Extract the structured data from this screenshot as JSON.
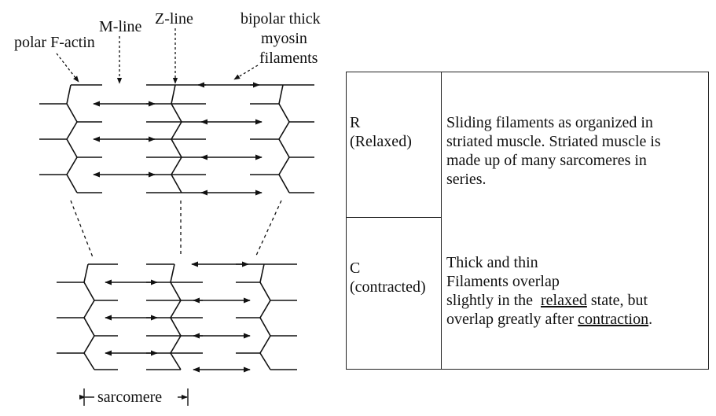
{
  "labels": {
    "polar_f_actin": "polar F-actin",
    "m_line": "M-line",
    "z_line": "Z-line",
    "myosin_line1": "bipolar thick",
    "myosin_line2": "myosin",
    "myosin_line3": "filaments",
    "sarcomere": "sarcomere"
  },
  "table": {
    "relaxed": {
      "code": "R",
      "name": "(Relaxed)",
      "desc_lines": [
        "Sliding filaments as organized in",
        "striated muscle. Striated muscle is",
        "made up of many sarcomeres in",
        "series."
      ]
    },
    "contracted": {
      "code": "C",
      "name": "(contracted)",
      "line1": "Thick and thin",
      "line2": "Filaments overlap",
      "line3_pre": "slightly in the  ",
      "line3_u": "relaxed",
      "line3_post": " state, but",
      "line4_pre": "overlap greatly after ",
      "line4_u": "contraction",
      "line4_post": "."
    }
  },
  "colors": {
    "ink": "#111111"
  }
}
